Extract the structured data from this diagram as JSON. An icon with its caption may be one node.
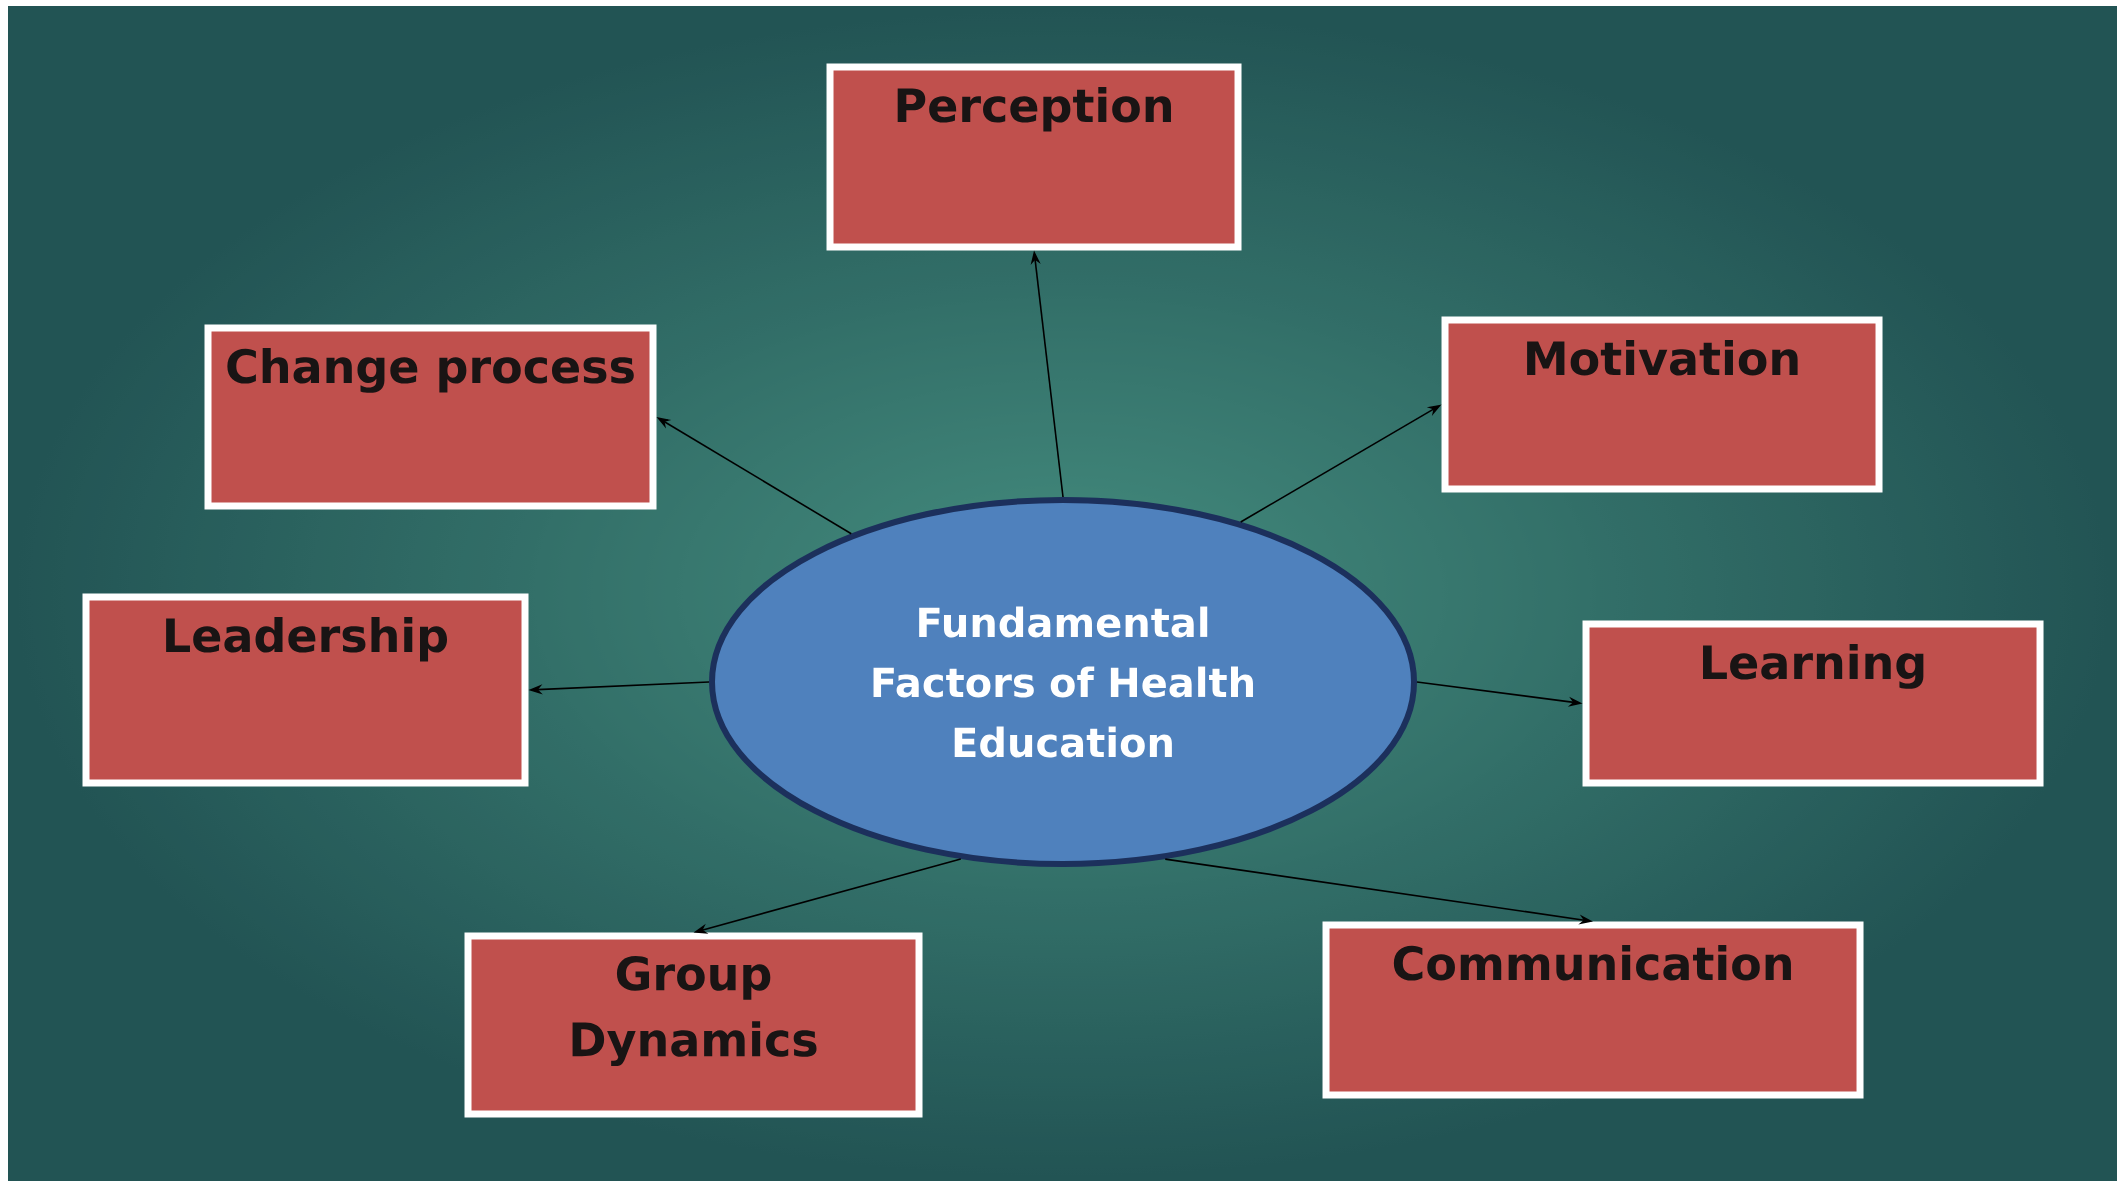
{
  "diagram": {
    "nodes": [
      {
        "text": [
          "Fundamental Factors of Health Education"
        ]
      },
      {
        "text": [
          "Perception"
        ]
      },
      {
        "text": [
          "Change process"
        ]
      },
      {
        "text": [
          "Motivation"
        ]
      },
      {
        "text": [
          "Leadership"
        ]
      },
      {
        "text": [
          "Learning"
        ]
      },
      {
        "text": [
          "Group Dynamics"
        ]
      },
      {
        "text": [
          "Communication"
        ]
      }
    ],
    "edges": [
      {
        "from": 0,
        "to": 1,
        "arrow": "to"
      },
      {
        "from": 0,
        "to": 2,
        "arrow": "to"
      },
      {
        "from": 0,
        "to": 3,
        "arrow": "to"
      },
      {
        "from": 0,
        "to": 4,
        "arrow": "to"
      },
      {
        "from": 0,
        "to": 5,
        "arrow": "to"
      },
      {
        "from": 0,
        "to": 6,
        "arrow": "to"
      },
      {
        "from": 0,
        "to": 7,
        "arrow": "to"
      }
    ]
  }
}
